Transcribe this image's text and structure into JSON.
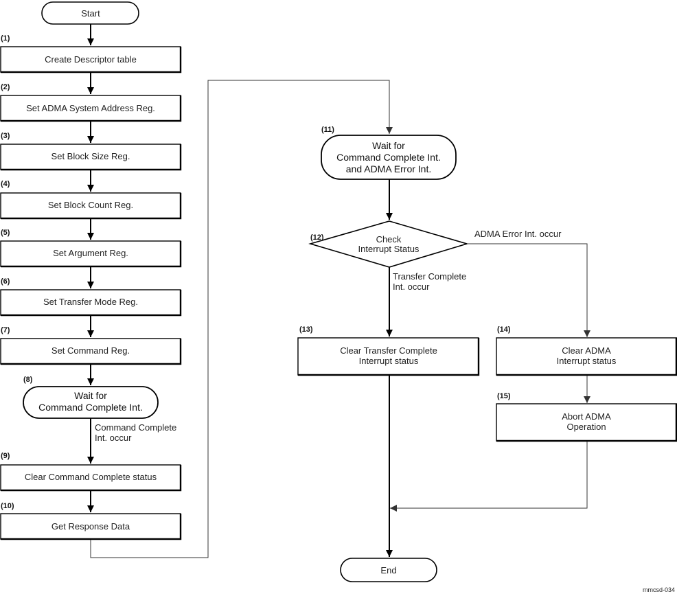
{
  "nodes": {
    "start": "Start",
    "s1": {
      "num": "(1)",
      "label": "Create Descriptor table"
    },
    "s2": {
      "num": "(2)",
      "label": "Set ADMA System Address Reg."
    },
    "s3": {
      "num": "(3)",
      "label": "Set Block Size Reg."
    },
    "s4": {
      "num": "(4)",
      "label": "Set Block Count Reg."
    },
    "s5": {
      "num": "(5)",
      "label": "Set Argument Reg."
    },
    "s6": {
      "num": "(6)",
      "label": "Set Transfer Mode Reg."
    },
    "s7": {
      "num": "(7)",
      "label": "Set Command Reg."
    },
    "s8": {
      "num": "(8)",
      "line1": "Wait for",
      "line2": "Command Complete Int."
    },
    "s9": {
      "num": "(9)",
      "label": "Clear Command Complete status"
    },
    "s10": {
      "num": "(10)",
      "label": "Get Response Data"
    },
    "s11": {
      "num": "(11)",
      "line1": "Wait for",
      "line2": "Command Complete Int.",
      "line3": "and ADMA Error Int."
    },
    "s12": {
      "num": "(12)",
      "line1": "Check",
      "line2": "Interrupt Status"
    },
    "s13": {
      "num": "(13)",
      "line1": "Clear Transfer Complete",
      "line2": "Interrupt status"
    },
    "s14": {
      "num": "(14)",
      "line1": "Clear ADMA",
      "line2": "Interrupt status"
    },
    "s15": {
      "num": "(15)",
      "line1": "Abort ADMA",
      "line2": "Operation"
    },
    "end": "End"
  },
  "edge_labels": {
    "cmd_complete_1": "Command Complete",
    "cmd_complete_2": "Int. occur",
    "adma_error": "ADMA Error Int. occur",
    "transfer_complete_1": "Transfer Complete",
    "transfer_complete_2": "Int. occur"
  },
  "footer_code": "mmcsd-034"
}
